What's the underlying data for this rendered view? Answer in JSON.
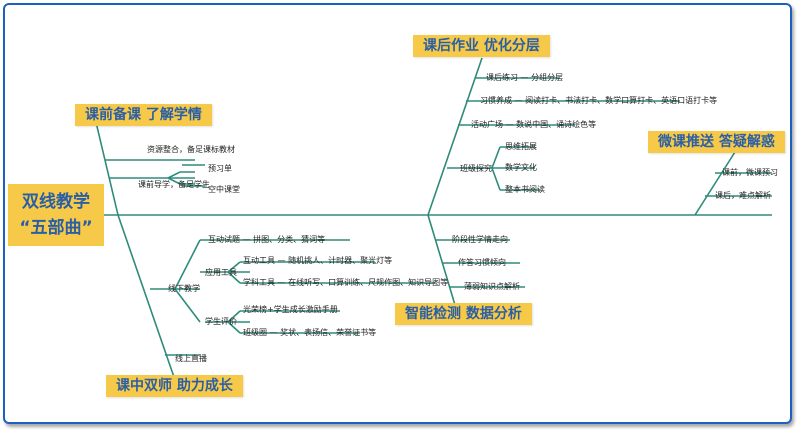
{
  "root": {
    "line1": "双线教学",
    "line2": "“五部曲”"
  },
  "branches": {
    "b1": {
      "title": "课前备课  了解学情",
      "items": [
        "资源整合，备足课标教材",
        "课前导学，备足学生",
        "预习单",
        "空中课堂"
      ]
    },
    "b2": {
      "title": "课中双师  助力成长",
      "items": [
        "线下教学",
        "线上直播",
        "互动试题 — 拼图、分类、猜词等",
        "应用工具",
        "互动工具 — 随机挑人、计时器、聚光灯等",
        "学科工具 — 在线听写、口算训练、尺规作图、知识导图等",
        "学生评价",
        "光荣榜+学生成长激励手册",
        "班级圈 — 奖状、表扬信、荣誉证书等"
      ]
    },
    "b3": {
      "title": "课后作业  优化分层",
      "items": [
        "课后练习 — 分组分层",
        "习惯养成 — 阅读打卡、书法打卡、数学口算打卡、英语口语打卡等",
        "活动广场 — 数说中国、诵诗绘色等",
        "班级探究",
        "思维拓展",
        "数学文化",
        "整本书阅读"
      ]
    },
    "b4": {
      "title": "智能检测  数据分析",
      "items": [
        "阶段性学情走向",
        "作答习惯倾向",
        "薄弱知识点解析"
      ]
    },
    "b5": {
      "title": "微课推送  答疑解惑",
      "items": [
        "课前，微课预习",
        "课后，难点解析"
      ]
    }
  },
  "colors": {
    "header_bg": "#f7c948",
    "header_text": "#2a5fa6",
    "line": "#2e8b7a",
    "frame": "#1f5fbf"
  }
}
